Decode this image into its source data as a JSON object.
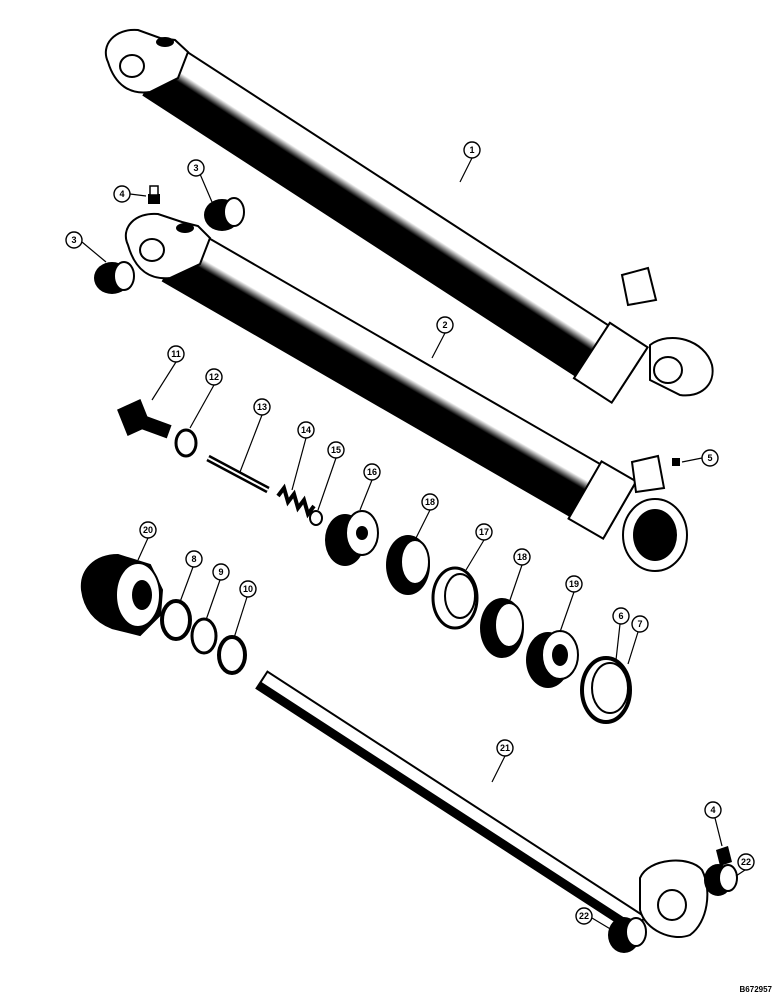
{
  "callouts": [
    {
      "id": "c1",
      "label": "1"
    },
    {
      "id": "c2",
      "label": "2"
    },
    {
      "id": "c3a",
      "label": "3"
    },
    {
      "id": "c3b",
      "label": "3"
    },
    {
      "id": "c4a",
      "label": "4"
    },
    {
      "id": "c4b",
      "label": "4"
    },
    {
      "id": "c5",
      "label": "5"
    },
    {
      "id": "c6",
      "label": "6"
    },
    {
      "id": "c7",
      "label": "7"
    },
    {
      "id": "c8",
      "label": "8"
    },
    {
      "id": "c9",
      "label": "9"
    },
    {
      "id": "c10",
      "label": "10"
    },
    {
      "id": "c11",
      "label": "11"
    },
    {
      "id": "c12",
      "label": "12"
    },
    {
      "id": "c13",
      "label": "13"
    },
    {
      "id": "c14",
      "label": "14"
    },
    {
      "id": "c15",
      "label": "15"
    },
    {
      "id": "c16",
      "label": "16"
    },
    {
      "id": "c17",
      "label": "17"
    },
    {
      "id": "c18a",
      "label": "18"
    },
    {
      "id": "c18b",
      "label": "18"
    },
    {
      "id": "c19",
      "label": "19"
    },
    {
      "id": "c20",
      "label": "20"
    },
    {
      "id": "c21",
      "label": "21"
    },
    {
      "id": "c22a",
      "label": "22"
    },
    {
      "id": "c22b",
      "label": "22"
    }
  ],
  "reference_code": "B672957"
}
